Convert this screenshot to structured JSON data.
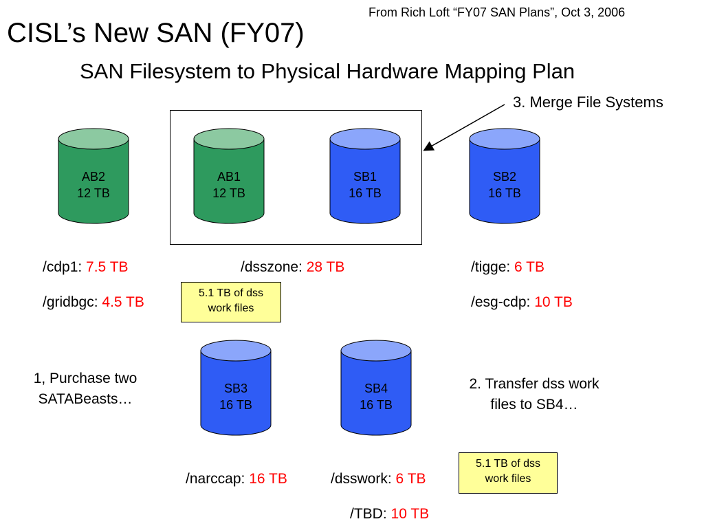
{
  "header": {
    "source": "From  Rich Loft “FY07 SAN Plans”, Oct 3, 2006",
    "title": "CISL’s New SAN (FY07)",
    "subtitle": "SAN Filesystem to Physical Hardware Mapping Plan"
  },
  "colors": {
    "green_body": "#2e9a5e",
    "green_top": "#8cc9a1",
    "blue_body": "#2f5cf5",
    "blue_top": "#8ba6fb",
    "note_fill": "#ffff99",
    "value_red": "#ff0000"
  },
  "callout": {
    "merge": "3. Merge File Systems"
  },
  "disks": [
    {
      "name": "AB2",
      "size": "12 TB",
      "color": "green"
    },
    {
      "name": "AB1",
      "size": "12 TB",
      "color": "green"
    },
    {
      "name": "SB1",
      "size": "16 TB",
      "color": "blue"
    },
    {
      "name": "SB2",
      "size": "16 TB",
      "color": "blue"
    },
    {
      "name": "SB3",
      "size": "16 TB",
      "color": "blue"
    },
    {
      "name": "SB4",
      "size": "16 TB",
      "color": "blue"
    }
  ],
  "filesystems": {
    "cdp1": {
      "label": "/cdp1: ",
      "value": "7.5 TB"
    },
    "gridbgc": {
      "label": "/gridbgc: ",
      "value": "4.5 TB"
    },
    "dsszone": {
      "label": "/dsszone: ",
      "value": "28 TB"
    },
    "tigge": {
      "label": "/tigge: ",
      "value": "6 TB"
    },
    "esgcdp": {
      "label": "/esg-cdp: ",
      "value": "10 TB"
    },
    "narccap": {
      "label": "/narccap: ",
      "value": "16 TB"
    },
    "dsswork": {
      "label": "/dsswork: ",
      "value": "6 TB"
    },
    "tbd": {
      "label": "/TBD: ",
      "value": "10 TB"
    }
  },
  "notes": {
    "upper": {
      "line1": "5.1 TB of dss",
      "line2": "work files"
    },
    "lower": {
      "line1": "5.1 TB of dss",
      "line2": "work files"
    }
  },
  "steps": {
    "purchase": {
      "line1": "1, Purchase two",
      "line2": "SATABeasts…"
    },
    "transfer": {
      "line1": "2. Transfer dss work",
      "line2": "files to SB4…"
    }
  }
}
